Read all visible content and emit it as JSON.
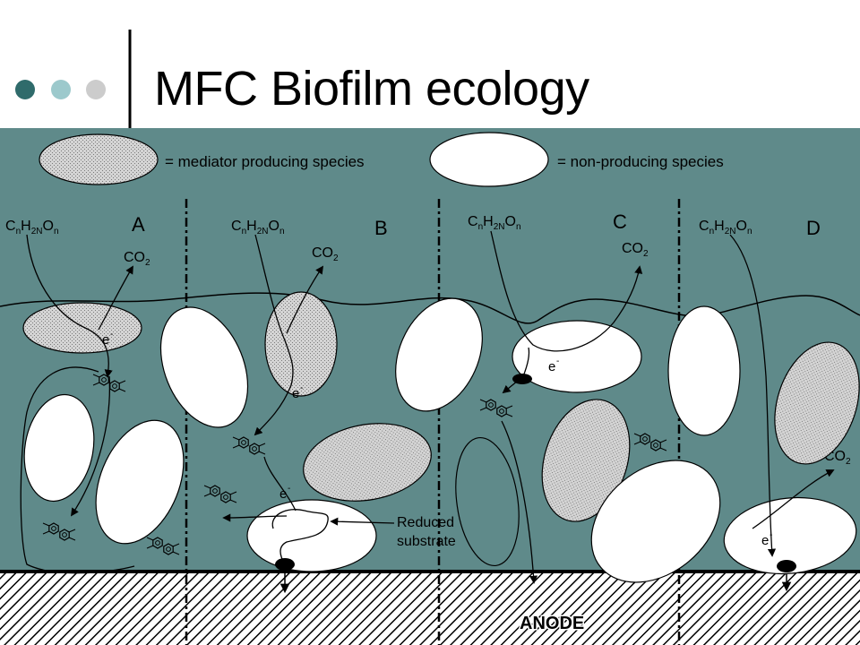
{
  "slide": {
    "title": "MFC Biofilm ecology"
  },
  "legend": {
    "mediator": "= mediator producing species",
    "nonproducing": "= non-producing species"
  },
  "panels": [
    {
      "letter": "A",
      "substrate": "CnH2NOn",
      "product": "CO2"
    },
    {
      "letter": "B",
      "substrate": "CnH2NOn",
      "product": "CO2"
    },
    {
      "letter": "C",
      "substrate": "CnH2NOn",
      "product": "CO2"
    },
    {
      "letter": "D",
      "substrate": "CnH2NOn",
      "product": "CO2"
    }
  ],
  "labels": {
    "electron": "e",
    "electron_charge": "-",
    "reduced_substrate_line1": "Reduced",
    "reduced_substrate_line2": "substrate",
    "anode": "ANODE"
  },
  "colors": {
    "background": "#5f8a8a",
    "dot_dark": "#2f6b6b",
    "dot_mid": "#9cc9cc",
    "dot_light": "#cccccc"
  }
}
